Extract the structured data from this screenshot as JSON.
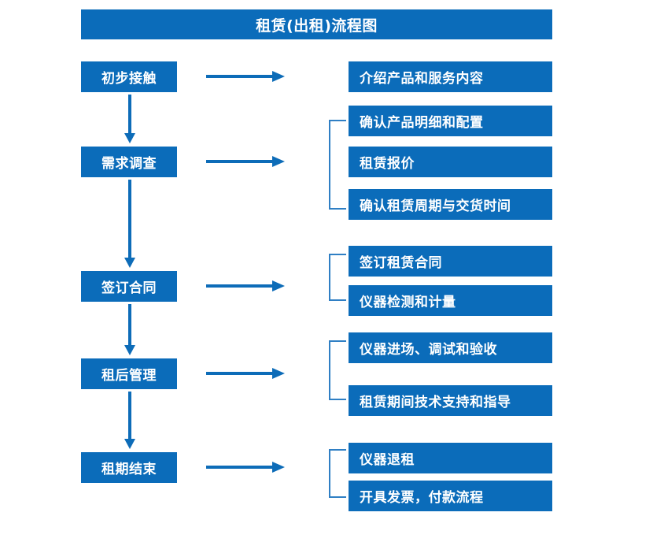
{
  "header": {
    "title": "租赁(出租)流程图"
  },
  "colors": {
    "box_blue": "#0b6cba",
    "arrow_blue": "#0d6cb8",
    "bracket_blue": "#2f7fc4",
    "text_white": "#ffffff",
    "background": "#ffffff"
  },
  "stages": [
    {
      "label": "初步接触"
    },
    {
      "label": "需求调查"
    },
    {
      "label": "签订合同"
    },
    {
      "label": "租后管理"
    },
    {
      "label": "租期结束"
    }
  ],
  "groups": [
    {
      "bracketed": false,
      "items": [
        {
          "label": "介绍产品和服务内容"
        }
      ]
    },
    {
      "bracketed": true,
      "items": [
        {
          "label": "确认产品明细和配置"
        },
        {
          "label": "租赁报价"
        },
        {
          "label": "确认租赁周期与交货时间"
        }
      ]
    },
    {
      "bracketed": true,
      "items": [
        {
          "label": "签订租赁合同"
        },
        {
          "label": "仪器检测和计量"
        }
      ]
    },
    {
      "bracketed": true,
      "items": [
        {
          "label": "仪器进场、调试和验收"
        },
        {
          "label": "租赁期间技术支持和指导"
        }
      ]
    },
    {
      "bracketed": true,
      "items": [
        {
          "label": "仪器退租"
        },
        {
          "label": "开具发票，付款流程"
        }
      ]
    }
  ],
  "connectors": {
    "horizontal_arrow_count": 5,
    "vertical_arrow_count": 4,
    "arrow_direction_horizontal": "right",
    "arrow_direction_vertical": "down"
  }
}
